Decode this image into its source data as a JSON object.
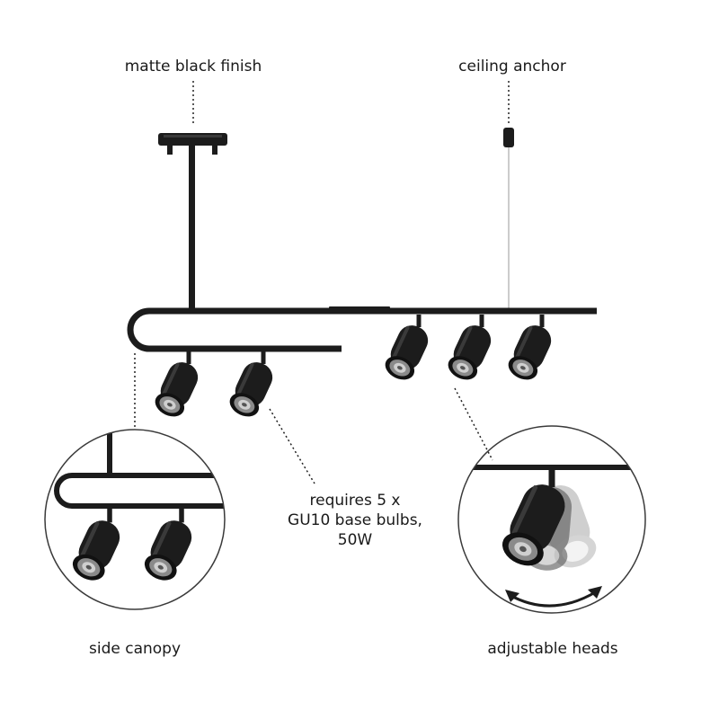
{
  "callouts": {
    "finish": "matte black finish",
    "anchor": "ceiling anchor",
    "bulbs_line1": "requires 5 x",
    "bulbs_line2": "GU10 base bulbs,",
    "bulbs_line3": "50W",
    "canopy": "side canopy",
    "heads": "adjustable heads"
  },
  "colors": {
    "fixture": "#1c1c1c",
    "fixture_highlight": "#3a3a3a",
    "lens": "#8a8a8a",
    "ghost_dark": "#9a9a9a",
    "ghost_light": "#c4c4c4",
    "circle": "#3a3a3a",
    "text": "#1a1a1a"
  }
}
